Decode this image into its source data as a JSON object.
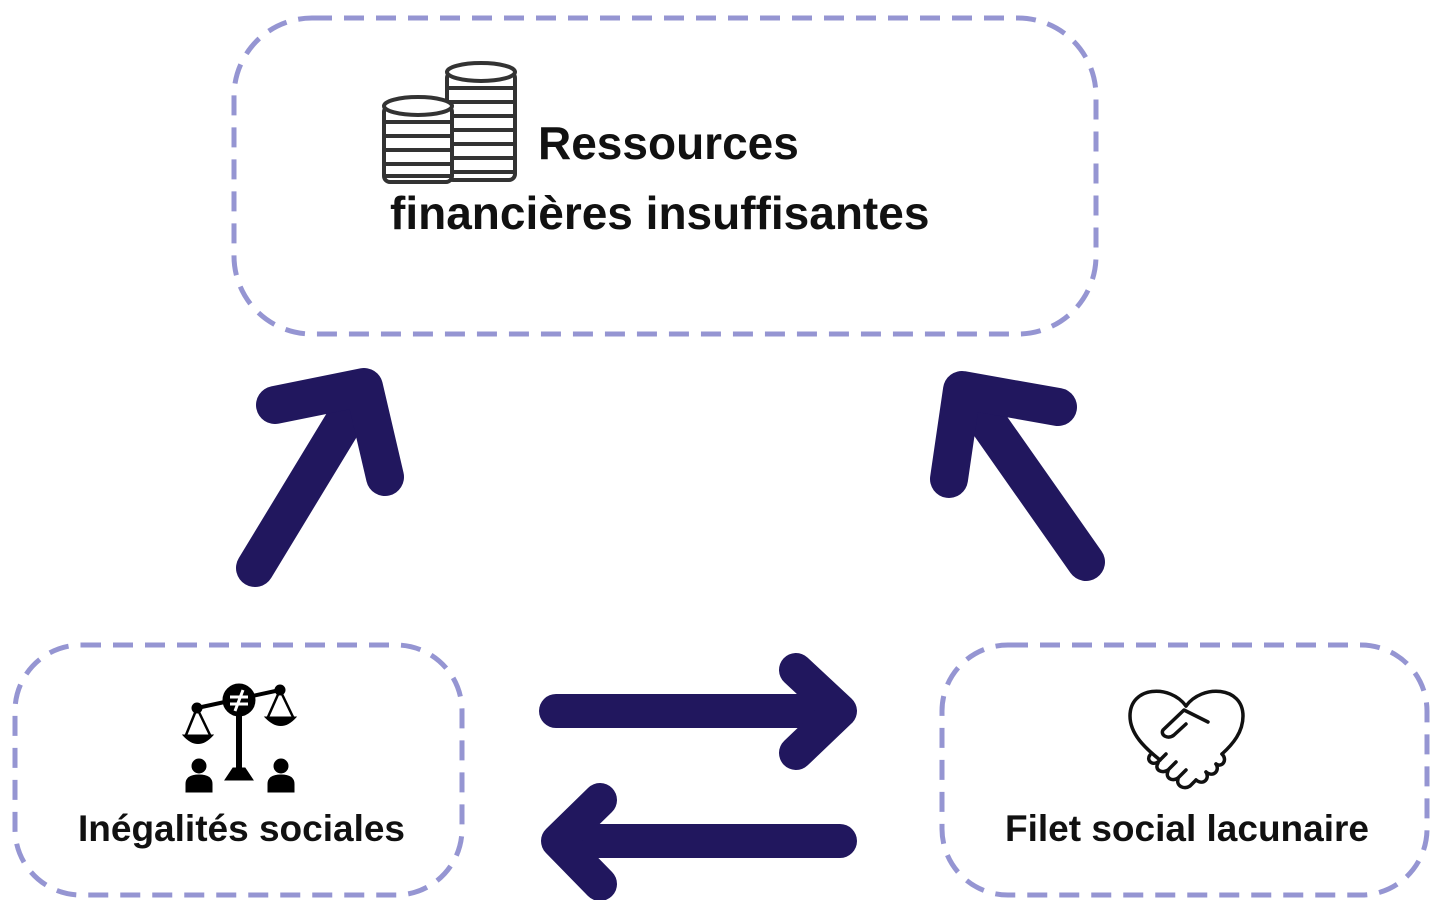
{
  "nodes": {
    "top": {
      "line1": "Ressources",
      "line2": "financières insuffisantes",
      "icon": "coins-stack-icon"
    },
    "left": {
      "label": "Inégalités sociales",
      "icon": "scales-inequality-icon"
    },
    "right": {
      "label": "Filet social lacunaire",
      "icon": "handshake-heart-icon"
    }
  },
  "colors": {
    "box_border": "#9595d2",
    "arrow": "#21175e",
    "text": "#111111",
    "icon": "#111111"
  }
}
